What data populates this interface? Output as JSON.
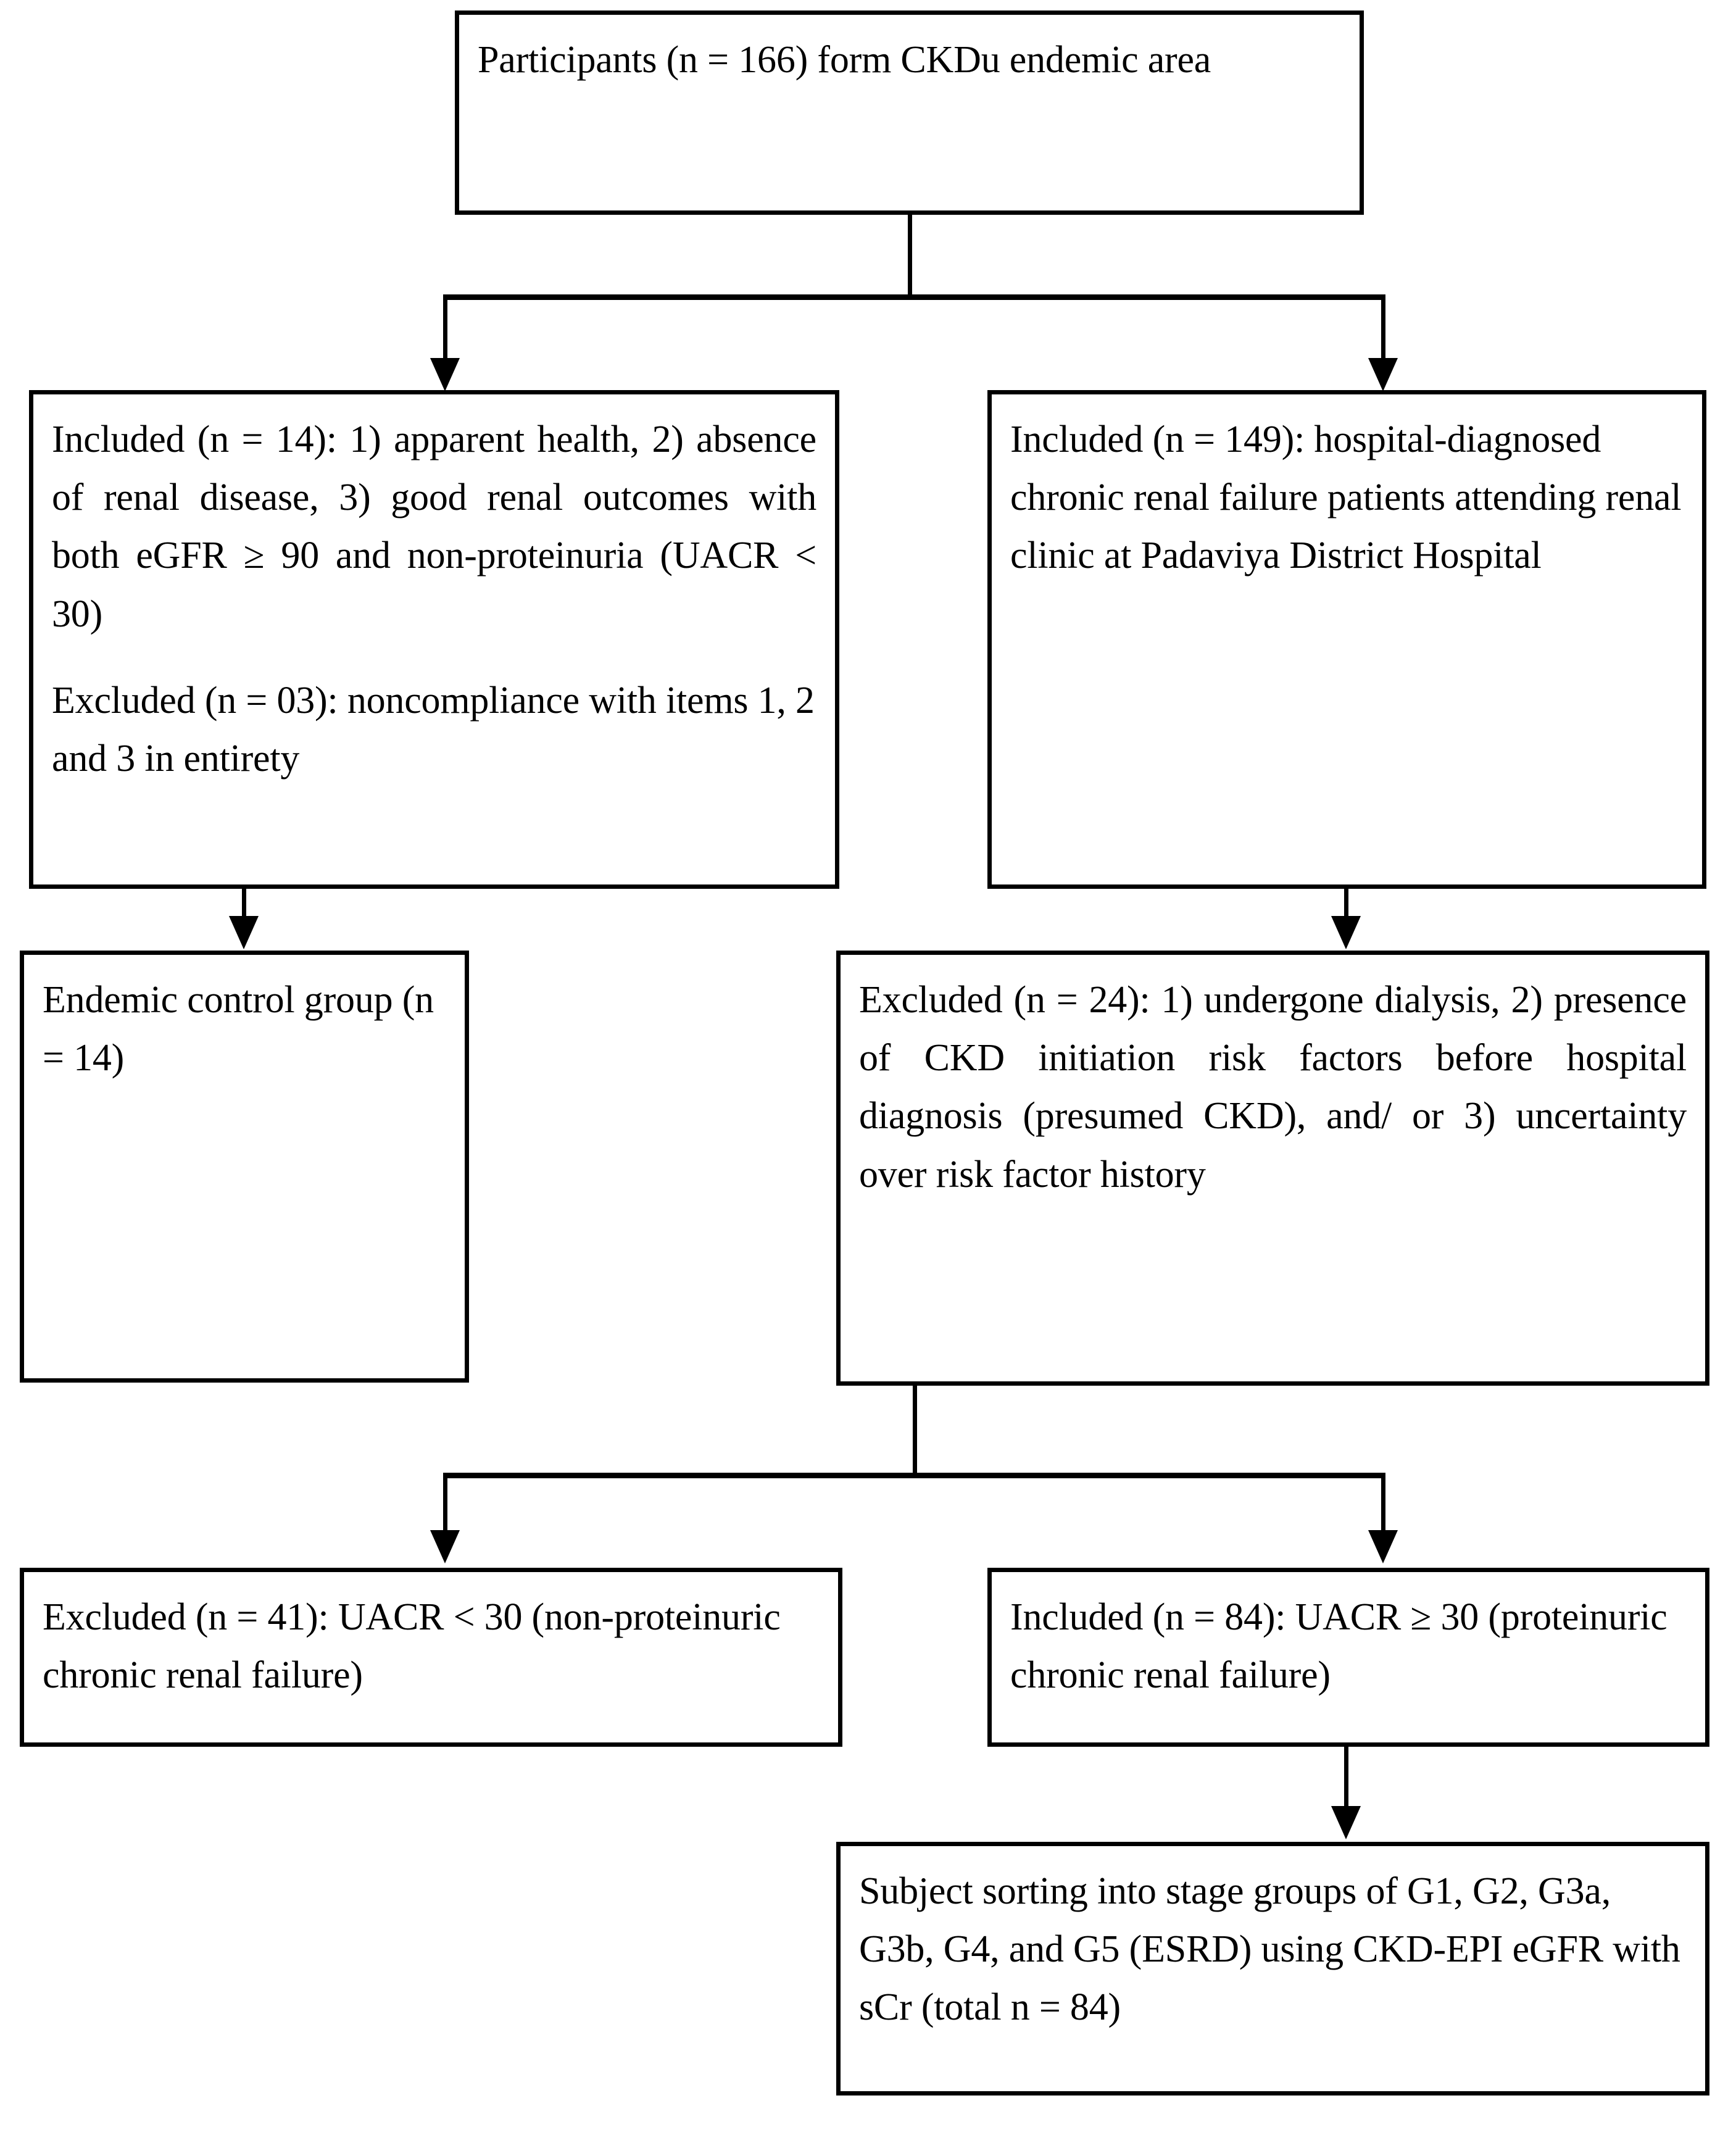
{
  "diagram": {
    "type": "study-participant-flowchart",
    "title_present": false,
    "ink_color": "#000000",
    "background_color": "#ffffff",
    "nodes": {
      "participants": {
        "id": "participants",
        "line1": "Participants (n = 166) form CKDu endemic",
        "line2": "area",
        "full_text": "Participants (n = 166) form CKDu endemic area",
        "n": 166
      },
      "included_controls": {
        "id": "included-controls",
        "paragraph1": "Included (n = 14): 1) apparent health, 2) absence of renal disease, 3) good renal outcomes with  both eGFR ≥ 90 and non-proteinuria (UACR < 30)",
        "paragraph2": "Excluded (n = 03): noncompliance with items 1, 2 and 3 in entirety",
        "included_n": 14,
        "excluded_n": 3
      },
      "included_patients": {
        "id": "included-patients",
        "paragraph1": "Included (n = 149): hospital-diagnosed chronic renal failure patients attending renal clinic at Padaviya District  Hospital",
        "included_n": 149
      },
      "endemic_control_group": {
        "id": "endemic-control-group",
        "line1": "Endemic control",
        "line2": "group (n = 14)",
        "full_text": "Endemic control group (n = 14)",
        "n": 14
      },
      "excluded_24": {
        "id": "excluded-24",
        "paragraph1": "Excluded (n = 24): 1) undergone dialysis, 2) presence of CKD initiation risk factors before hospital diagnosis (presumed CKD), and/ or 3)  uncertainty over risk factor history",
        "excluded_n": 24
      },
      "excluded_41": {
        "id": "excluded-41",
        "paragraph1": "Excluded (n = 41): UACR < 30 (non-proteinuric chronic renal failure)",
        "excluded_n": 41
      },
      "included_84": {
        "id": "included-84",
        "paragraph1": "Included (n = 84): UACR ≥ 30 (proteinuric chronic renal failure)",
        "included_n": 84
      },
      "stage_sorting": {
        "id": "stage-sorting",
        "paragraph1": "Subject sorting into stage groups of G1, G2, G3a, G3b, G4, and G5 (ESRD) using CKD-EPI eGFR with sCr (total n = 84)",
        "stages": [
          "G1",
          "G2",
          "G3a",
          "G3b",
          "G4",
          "G5 (ESRD)"
        ],
        "total_n": 84
      }
    },
    "connectors": [
      {
        "from": "participants",
        "to": "included_controls",
        "style": "split-arrow"
      },
      {
        "from": "participants",
        "to": "included_patients",
        "style": "split-arrow"
      },
      {
        "from": "included_controls",
        "to": "endemic_control_group",
        "style": "straight-arrow"
      },
      {
        "from": "included_patients",
        "to": "excluded_24",
        "style": "straight-arrow"
      },
      {
        "from": "excluded_24",
        "to": "excluded_41",
        "style": "split-arrow"
      },
      {
        "from": "excluded_24",
        "to": "included_84",
        "style": "split-arrow"
      },
      {
        "from": "included_84",
        "to": "stage_sorting",
        "style": "straight-arrow"
      }
    ]
  }
}
